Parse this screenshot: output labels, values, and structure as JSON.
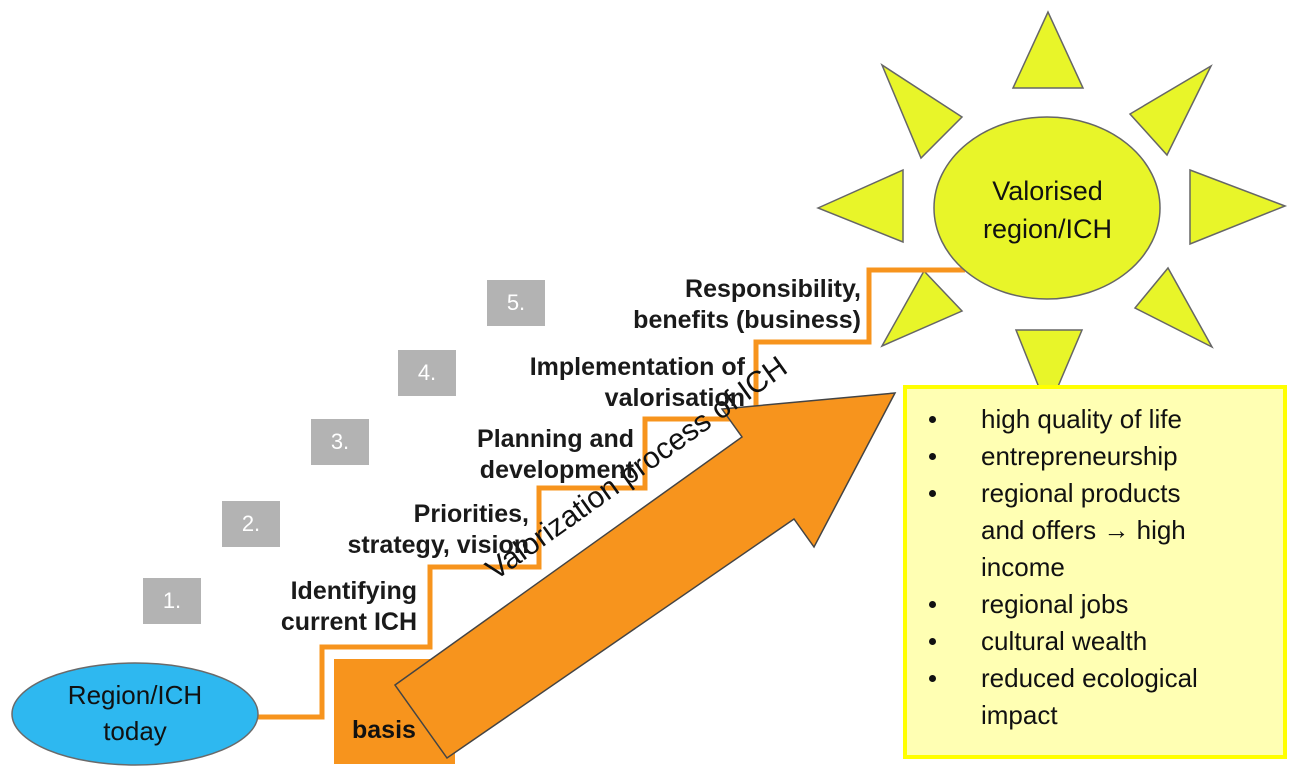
{
  "start_node": {
    "label_line1": "Region/ICH",
    "label_line2": "today",
    "color": "#2eb8f0"
  },
  "basis": {
    "label": "basis",
    "color": "#f7941d"
  },
  "arrow": {
    "label": "Valorization process of ICH",
    "color": "#f7941d"
  },
  "stairs": {
    "color": "#f7941d"
  },
  "steps": [
    {
      "number": "1.",
      "line1": "Identifying",
      "line2": "current ICH"
    },
    {
      "number": "2.",
      "line1": "Priorities,",
      "line2": "strategy, vision"
    },
    {
      "number": "3.",
      "line1": "Planning and",
      "line2": "development"
    },
    {
      "number": "4.",
      "line1": "Implementation of",
      "line2": "valorisation"
    },
    {
      "number": "5.",
      "line1": "Responsibility,",
      "line2": "benefits (business)"
    }
  ],
  "sun": {
    "label_line1": "Valorised",
    "label_line2": "region/ICH",
    "color": "#e8f529"
  },
  "benefits": {
    "items": [
      "high quality of life",
      "entrepreneurship",
      "regional products",
      "and offers → high",
      "income",
      "regional jobs",
      "cultural wealth",
      "reduced ecological",
      "impact"
    ],
    "bulleted": [
      true,
      true,
      true,
      false,
      false,
      true,
      true,
      true,
      false
    ]
  }
}
